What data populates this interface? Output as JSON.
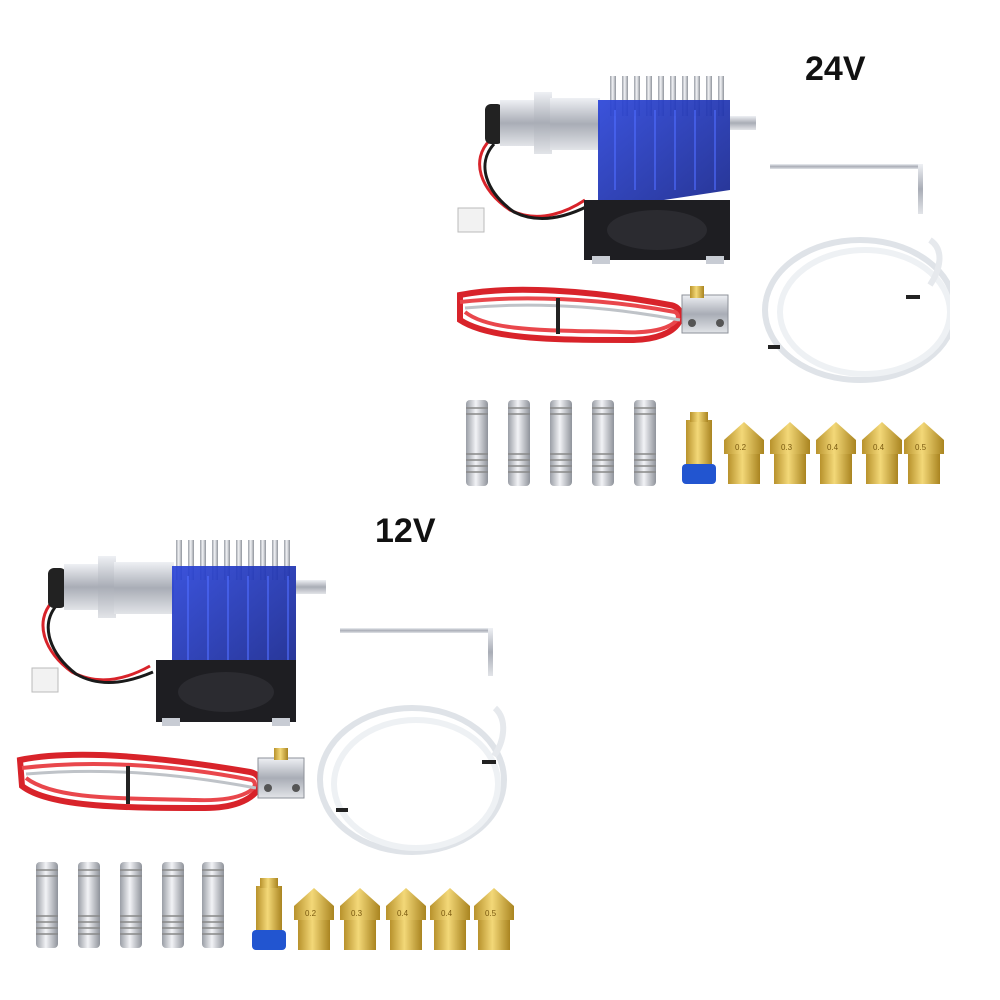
{
  "kits": [
    {
      "id": "24v",
      "voltage_label": "24V",
      "nozzle_sizes": [
        "0.2",
        "0.3",
        "0.4",
        "0.4",
        "0.5"
      ]
    },
    {
      "id": "12v",
      "voltage_label": "12V",
      "nozzle_sizes": [
        "0.2",
        "0.3",
        "0.4",
        "0.4",
        "0.5"
      ]
    }
  ],
  "colors": {
    "shroud_blue": "#1b2fb8",
    "heatsink_silver": "#c8ccd4",
    "fan_black": "#1e1e22",
    "brass": "#d9b445",
    "wire_red": "#d8232a",
    "ptfe_white": "#f4f6f8"
  }
}
